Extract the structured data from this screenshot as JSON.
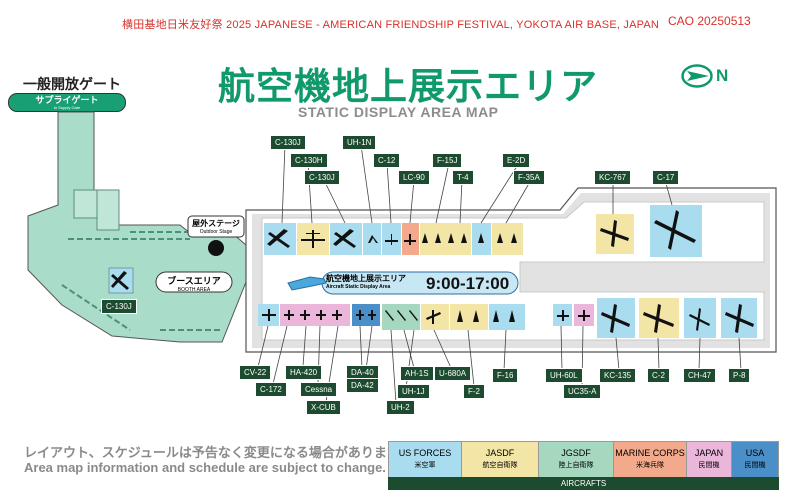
{
  "header": {
    "event": "横田基地日米友好祭 2025 JAPANESE - AMERICAN FRIENDSHIP FESTIVAL, YOKOTA AIR BASE, JAPAN",
    "code": "CAO 20250513",
    "title": "航空機地上展示エリア",
    "subtitle": "STATIC DISPLAY AREA MAP",
    "north": "N"
  },
  "gate": {
    "label_jp": "一般開放ゲート",
    "name_jp": "サプライゲート",
    "name_en": "to Supply Gate"
  },
  "stage": {
    "jp": "屋外ステージ",
    "en": "Outdoor Stage"
  },
  "booth": {
    "jp": "ブースエリア",
    "en": "BOOTH AREA"
  },
  "static_area": {
    "jp": "航空機地上展示エリア",
    "en": "Aircraft Static Display Area",
    "hours": "9:00-17:00"
  },
  "booth_aircraft": "C-130J",
  "top_labels": [
    "C-130J",
    "C-130H",
    "C-130J",
    "UH-1N",
    "C-12",
    "LC-90",
    "F-15J",
    "T-4",
    "E-2D",
    "F-35A",
    "KC-767",
    "C-17"
  ],
  "bottom_labels": [
    "CV-22",
    "C-172",
    "HA-420",
    "Cessna",
    "X-CUB",
    "DA-40",
    "DA-42",
    "UH-2",
    "AH-1S",
    "UH-1J",
    "U-680A",
    "F-2",
    "F-16",
    "UH-60L",
    "UC35-A",
    "KC-135",
    "C-2",
    "CH-47",
    "P-8"
  ],
  "notes": {
    "jp": "レイアウト、スケジュールは予告なく変更になる場合があります。",
    "en": "Area map information and schedule are subject to change."
  },
  "legend": [
    {
      "en": "US FORCES",
      "jp": "米空軍",
      "color": "#a9dcef"
    },
    {
      "en": "JASDF",
      "jp": "航空自衛隊",
      "color": "#f2e5a6"
    },
    {
      "en": "JGSDF",
      "jp": "陸上自衛隊",
      "color": "#a5d8bf"
    },
    {
      "en": "MARINE CORPS",
      "jp": "米海兵隊",
      "color": "#f3a98b"
    },
    {
      "en": "JAPAN",
      "jp": "民間機",
      "color": "#eab6d9"
    },
    {
      "en": "USA",
      "jp": "民間機",
      "color": "#4b8fc9"
    }
  ],
  "legend_footer": "AIRCRAFTS"
}
